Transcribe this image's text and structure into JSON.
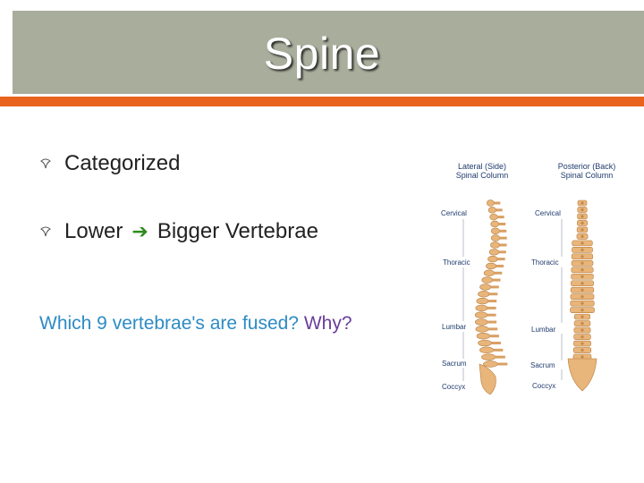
{
  "slide": {
    "title": "Spine",
    "bullets": [
      {
        "text": "Categorized"
      },
      {
        "text_before": "Lower",
        "text_after": "Bigger Vertebrae"
      }
    ],
    "question": {
      "part1": "Which 9 vertebrae's are fused?",
      "part2": "Why?"
    }
  },
  "figure": {
    "lateral_title": [
      "Lateral (Side)",
      "Spinal Column"
    ],
    "posterior_title": [
      "Posterior (Back)",
      "Spinal Column"
    ],
    "left_labels": [
      "Cervical",
      "Thoracic",
      "Lumbar",
      "Sacrum",
      "Coccyx"
    ],
    "right_labels": [
      "Cervical",
      "Thoracic",
      "Lumbar",
      "Sacrum",
      "Coccyx"
    ]
  },
  "colors": {
    "title_band": "#a9ad9c",
    "accent_bar": "#e8631e",
    "question_blue": "#2d8bc4",
    "question_purple": "#6a3d9a",
    "arrow_green": "#2f8a1e",
    "bone": "#e8b57a"
  },
  "icons": {
    "bullet": "bullet-icon",
    "arrow": "arrow-right-icon"
  }
}
